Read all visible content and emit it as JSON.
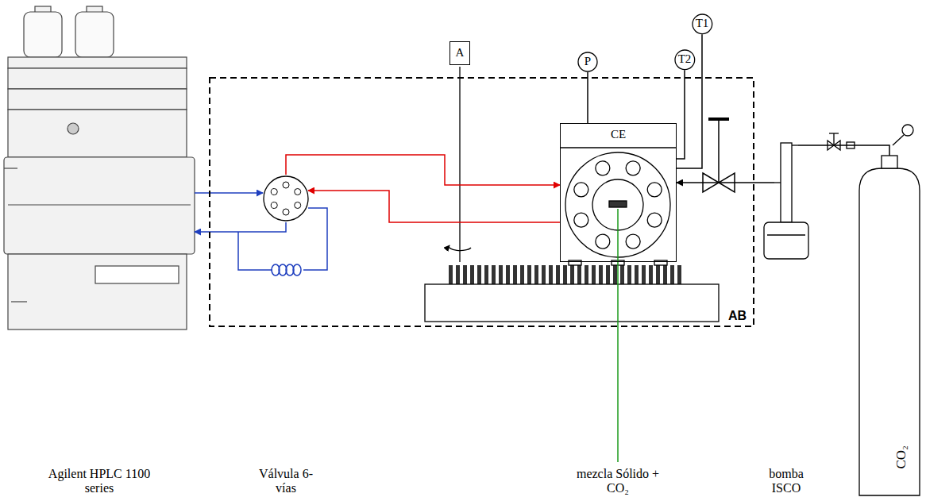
{
  "diagram": {
    "nodes": [
      {
        "text": [
          "Agilent HPLC 1100 series"
        ]
      },
      {
        "text": [
          "AB"
        ]
      },
      {
        "text": [
          "Válvula 6-vías"
        ],
        "in": 1
      },
      {
        "text": [
          "A"
        ]
      },
      {
        "text": [
          "P"
        ]
      },
      {
        "text": [
          "T1"
        ]
      },
      {
        "text": [
          "T2"
        ]
      },
      {
        "text": [
          "CE"
        ],
        "in": 1
      },
      {
        "text": [
          "bomba ISCO"
        ]
      },
      {
        "text": [
          "CO₂"
        ]
      }
    ],
    "edges": [
      {
        "from": 0,
        "to": 2,
        "arrow": "to"
      },
      {
        "from": 2,
        "to": 0,
        "arrow": "to"
      },
      {
        "from": 2,
        "to": 7,
        "arrow": "to"
      },
      {
        "from": 7,
        "to": 2,
        "arrow": "to"
      },
      {
        "from": 4,
        "to": 7,
        "arrow": "none"
      },
      {
        "from": 5,
        "to": 7,
        "arrow": "none"
      },
      {
        "from": 6,
        "to": 7,
        "arrow": "none"
      },
      {
        "from": 8,
        "to": 7,
        "arrow": "to"
      },
      {
        "from": 9,
        "to": 8,
        "arrow": "none"
      }
    ],
    "labels": [
      "mezcla Sólido + CO₂"
    ]
  }
}
